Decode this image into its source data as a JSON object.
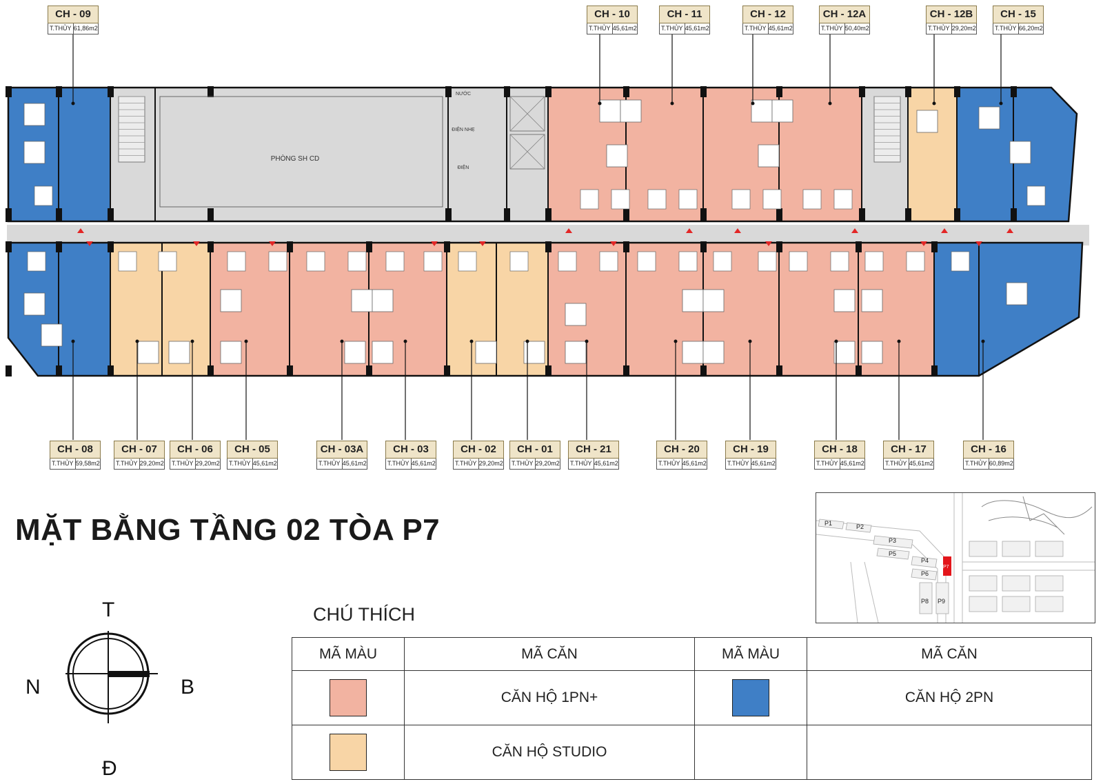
{
  "title": "MẶT BẰNG TẦNG 02 TÒA P7",
  "area_prefix": "T.THỦY",
  "units_top": [
    {
      "code": "CH - 09",
      "area": "61,86m2",
      "type": "2PN"
    },
    {
      "code": "CH - 10",
      "area": "45,61m2",
      "type": "1PN+"
    },
    {
      "code": "CH - 11",
      "area": "45,61m2",
      "type": "1PN+"
    },
    {
      "code": "CH - 12",
      "area": "45,61m2",
      "type": "1PN+"
    },
    {
      "code": "CH - 12A",
      "area": "50,40m2",
      "type": "1PN+"
    },
    {
      "code": "CH - 12B",
      "area": "29,20m2",
      "type": "STUDIO"
    },
    {
      "code": "CH - 15",
      "area": "66,20m2",
      "type": "2PN"
    }
  ],
  "units_bottom": [
    {
      "code": "CH - 08",
      "area": "59,58m2",
      "type": "2PN"
    },
    {
      "code": "CH - 07",
      "area": "29,20m2",
      "type": "STUDIO"
    },
    {
      "code": "CH - 06",
      "area": "29,20m2",
      "type": "STUDIO"
    },
    {
      "code": "CH - 05",
      "area": "45,61m2",
      "type": "1PN+"
    },
    {
      "code": "CH - 03A",
      "area": "45,61m2",
      "type": "1PN+"
    },
    {
      "code": "CH - 03",
      "area": "45,61m2",
      "type": "1PN+"
    },
    {
      "code": "CH - 02",
      "area": "29,20m2",
      "type": "STUDIO"
    },
    {
      "code": "CH - 01",
      "area": "29,20m2",
      "type": "STUDIO"
    },
    {
      "code": "CH - 21",
      "area": "45,61m2",
      "type": "1PN+"
    },
    {
      "code": "CH - 20",
      "area": "45,61m2",
      "type": "1PN+"
    },
    {
      "code": "CH - 19",
      "area": "45,61m2",
      "type": "1PN+"
    },
    {
      "code": "CH - 18",
      "area": "45,61m2",
      "type": "1PN+"
    },
    {
      "code": "CH - 17",
      "area": "45,61m2",
      "type": "1PN+"
    },
    {
      "code": "CH - 16",
      "area": "60,89m2",
      "type": "2PN"
    }
  ],
  "rooms": {
    "community_room": "PHÒNG SH CD",
    "utility": [
      "NƯỚC",
      "ĐIỆN NHẸ",
      "ĐIỆN"
    ]
  },
  "colors": {
    "apt_1pn_plus": "#f2b3a1",
    "apt_2pn": "#3f7fc6",
    "apt_studio": "#f8d5a6",
    "common": "#d9d9d9",
    "wall": "#111111",
    "door_marker": "#e32626"
  },
  "compass": {
    "north": "T",
    "south": "Đ",
    "west": "N",
    "east": "B"
  },
  "legend": {
    "title": "CHÚ THÍCH",
    "col_color": "MÃ MÀU",
    "col_code": "MÃ CĂN",
    "rows": [
      {
        "label": "CĂN HỘ 1PN+",
        "color": "#f2b3a1"
      },
      {
        "label": "CĂN HỘ STUDIO",
        "color": "#f8d5a6"
      },
      {
        "label": "CĂN HỘ 2PN",
        "color": "#3f7fc6"
      }
    ]
  },
  "minimap": {
    "labels": [
      "P1",
      "P2",
      "P3",
      "P4",
      "P5",
      "P6",
      "P7",
      "P8",
      "P9"
    ],
    "highlight": "P7",
    "highlight_color": "#e3161b"
  }
}
